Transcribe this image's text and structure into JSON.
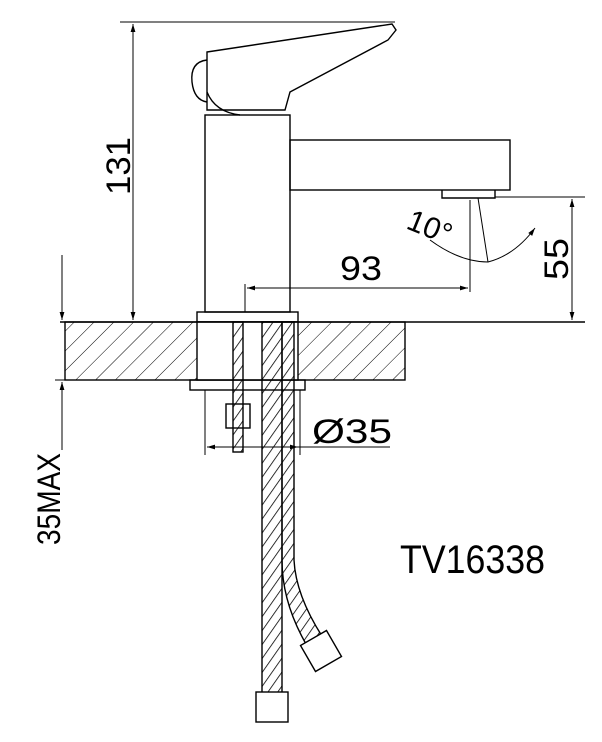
{
  "drawing": {
    "model": "TV16338",
    "dimensions": {
      "height": "131",
      "spout_reach": "93",
      "spout_angle": "10°",
      "spout_height": "55",
      "max_counter_thickness": "35MAX",
      "hole_diameter": "Ø35"
    }
  },
  "colors": {
    "line": "#000000",
    "background": "#ffffff"
  }
}
